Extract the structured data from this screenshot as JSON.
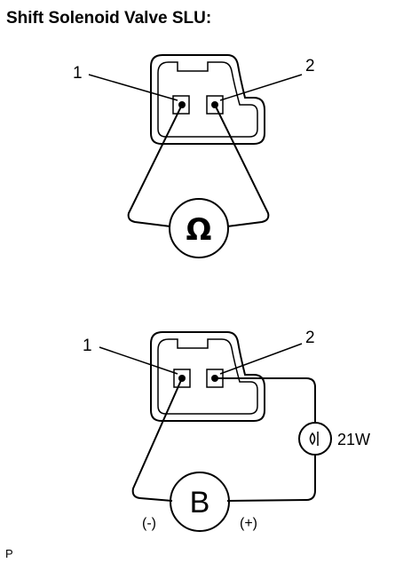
{
  "title": "Shift Solenoid Valve SLU:",
  "diagram_top": {
    "pin_1_label": "1",
    "pin_2_label": "2",
    "meter_symbol": "Ω"
  },
  "diagram_bottom": {
    "pin_1_label": "1",
    "pin_2_label": "2",
    "lamp_rating": "21W",
    "battery_symbol": "B",
    "negative_label": "(-)",
    "positive_label": "(+)"
  },
  "figure_code": "P"
}
